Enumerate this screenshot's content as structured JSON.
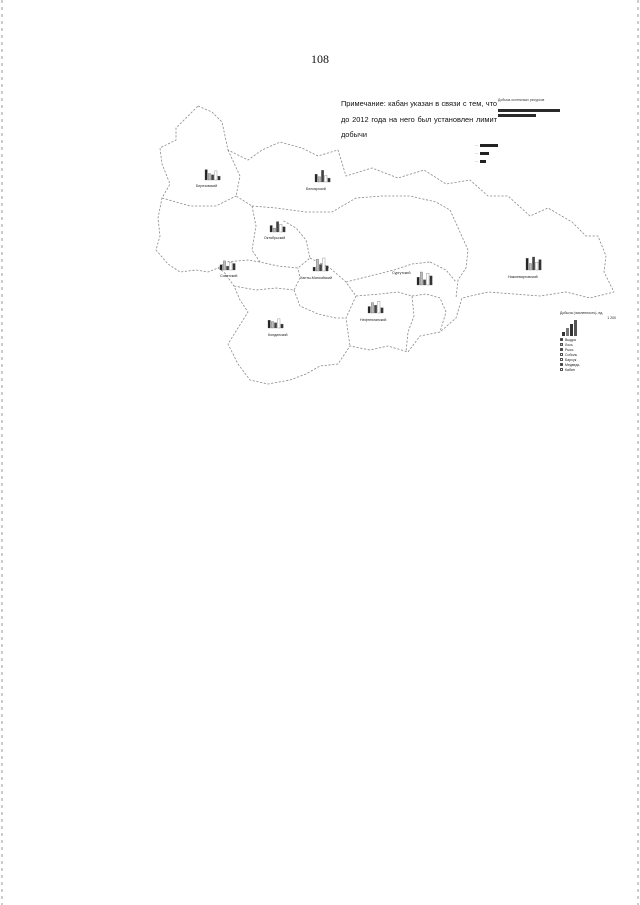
{
  "page_number": "108",
  "note": "Примечание: кабан указан в связи с тем, что до 2012 года на него был установлен лимит добычи",
  "legend_top": {
    "title": "Добыча охотничьих ресурсов"
  },
  "legend_right": {
    "title": "Добыча (численность), ед.",
    "scale": "1 200",
    "items": [
      {
        "label": "Выдра",
        "color": "#222222"
      },
      {
        "label": "Лось",
        "color": "#bbbbbb"
      },
      {
        "label": "Рысь",
        "color": "#444444"
      },
      {
        "label": "Соболь",
        "color": "#ffffff"
      },
      {
        "label": "Барсук",
        "color": "#f5f5f5"
      },
      {
        "label": "Медведь",
        "color": "#333333"
      },
      {
        "label": "Кабан",
        "color": "#ffffff"
      }
    ]
  },
  "regions": [
    {
      "name": "Березовский",
      "bars": [
        0.8,
        0.5,
        0.4,
        0.7,
        0.3
      ]
    },
    {
      "name": "Белоярский",
      "bars": [
        0.6,
        0.4,
        0.9,
        0.5,
        0.3
      ]
    },
    {
      "name": "Октябрьский",
      "bars": [
        0.5,
        0.3,
        0.8,
        0.6,
        0.4
      ]
    },
    {
      "name": "Советский",
      "bars": [
        0.4,
        0.7,
        0.3,
        0.6,
        0.5
      ]
    },
    {
      "name": "Ханты-Мансийский",
      "bars": [
        0.3,
        0.9,
        0.5,
        1.0,
        0.4
      ]
    },
    {
      "name": "Сургутский",
      "bars": [
        0.6,
        1.0,
        0.4,
        0.9,
        0.7
      ]
    },
    {
      "name": "Нижневартовский",
      "bars": [
        0.9,
        0.5,
        1.0,
        0.6,
        0.8
      ]
    },
    {
      "name": "Нефтеюганский",
      "bars": [
        0.5,
        0.8,
        0.6,
        0.9,
        0.4
      ]
    },
    {
      "name": "Кондинский",
      "bars": [
        0.6,
        0.5,
        0.4,
        0.7,
        0.3
      ]
    }
  ]
}
